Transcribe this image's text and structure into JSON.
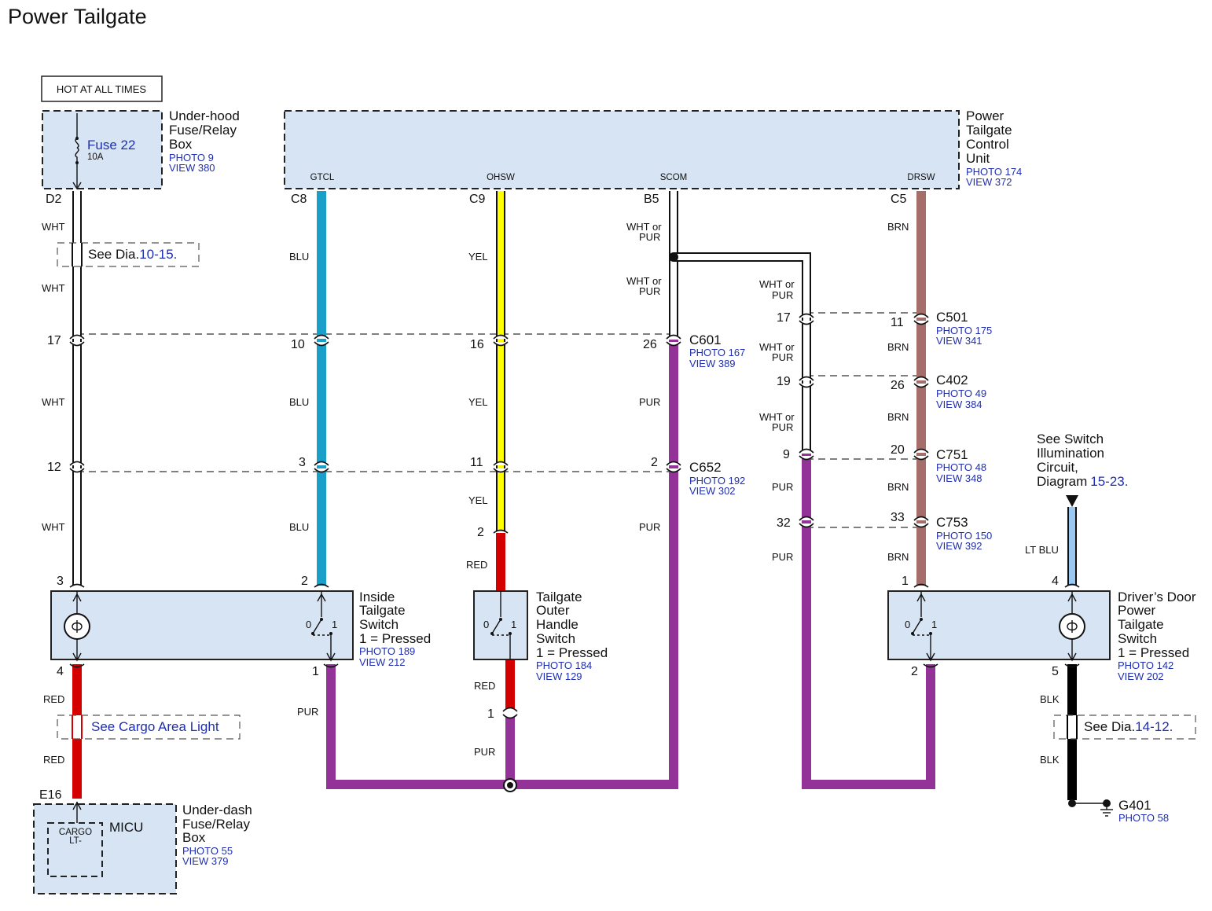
{
  "title": "Power Tailgate",
  "hot_label": "HOT AT ALL TIMES",
  "colors": {
    "wht": "#ffffff",
    "blu": "#1aa0c8",
    "yel": "#ffff00",
    "red": "#d40000",
    "pur": "#943397",
    "brn": "#a56e6b",
    "ltblu": "#9bc8f0",
    "blk": "#000000",
    "box_fill": "#d6e4f3",
    "link_blue": "#1f2fb0"
  },
  "fuse_box": {
    "name_l1": "Under-hood",
    "name_l2": "Fuse/Relay",
    "name_l3": "Box",
    "photo": "PHOTO 9",
    "view": "VIEW 380",
    "fuse_name": "Fuse 22",
    "fuse_rating": "10A",
    "terminal": "D2"
  },
  "control_unit": {
    "name_l1": "Power",
    "name_l2": "Tailgate",
    "name_l3": "Control",
    "name_l4": "Unit",
    "photo": "PHOTO 174",
    "view": "VIEW 372",
    "pins": [
      {
        "signal": "GTCL",
        "connector": "C8"
      },
      {
        "signal": "OHSW",
        "connector": "C9"
      },
      {
        "signal": "SCOM",
        "connector": "B5"
      },
      {
        "signal": "DRSW",
        "connector": "C5"
      }
    ]
  },
  "wire_labels": {
    "wht": "WHT",
    "blu": "BLU",
    "yel": "YEL",
    "red": "RED",
    "pur": "PUR",
    "brn": "BRN",
    "wht_or_l1": "WHT or",
    "wht_or_l2": "PUR",
    "ltblu": "LT BLU",
    "blk": "BLK"
  },
  "connectors": {
    "c601": {
      "name": "C601",
      "photo": "PHOTO 167",
      "view": "VIEW 389"
    },
    "c652": {
      "name": "C652",
      "photo": "PHOTO 192",
      "view": "VIEW 302"
    },
    "c501": {
      "name": "C501",
      "photo": "PHOTO 175",
      "view": "VIEW 341"
    },
    "c402": {
      "name": "C402",
      "photo": "PHOTO 49",
      "view": "VIEW 384"
    },
    "c751": {
      "name": "C751",
      "photo": "PHOTO 48",
      "view": "VIEW 348"
    },
    "c753": {
      "name": "C753",
      "photo": "PHOTO 150",
      "view": "VIEW 392"
    }
  },
  "pins": {
    "w1_c601": "17",
    "w2_c601": "10",
    "w3_c601": "16",
    "w4_c601": "26",
    "w1_c652": "12",
    "w2_c652": "3",
    "w3_c652": "11",
    "w4_c652": "2",
    "w5_c501": "17",
    "w6_c501": "11",
    "w5_c402": "19",
    "w6_c402": "26",
    "w5_c751": "9",
    "w6_c751": "20",
    "w5_c753": "32",
    "w6_c753": "33",
    "inside_sw_3": "3",
    "inside_sw_2": "2",
    "inside_sw_4": "4",
    "inside_sw_1": "1",
    "outer_top": "2",
    "outer_inline": "1",
    "drv_1": "1",
    "drv_4": "4",
    "drv_2": "2",
    "drv_5": "5",
    "micu_term": "E16"
  },
  "see_refs": {
    "dia_10_15_prefix": "See Dia.",
    "dia_10_15_link": "10-15.",
    "cargo_light": "See Cargo Area Light",
    "dia_14_12_prefix": "See Dia.",
    "dia_14_12_link": "14-12.",
    "illum_l1": "See Switch",
    "illum_l2": "Illumination",
    "illum_l3": "Circuit,",
    "illum_l4_prefix": "Diagram",
    "illum_l4_link": "15-23."
  },
  "inside_switch": {
    "name_l1": "Inside",
    "name_l2": "Tailgate",
    "name_l3": "Switch",
    "name_l4": "1 = Pressed",
    "photo": "PHOTO 189",
    "view": "VIEW 212",
    "pos0": "0",
    "pos1": "1"
  },
  "outer_switch": {
    "name_l1": "Tailgate",
    "name_l2": "Outer",
    "name_l3": "Handle",
    "name_l4": "Switch",
    "name_l5": "1 = Pressed",
    "photo": "PHOTO 184",
    "view": "VIEW 129",
    "pos0": "0",
    "pos1": "1"
  },
  "driver_switch": {
    "name_l1": "Driver’s Door",
    "name_l2": "Power",
    "name_l3": "Tailgate",
    "name_l4": "Switch",
    "name_l5": "1 = Pressed",
    "photo": "PHOTO 142",
    "view": "VIEW 202",
    "pos0": "0",
    "pos1": "1"
  },
  "micu": {
    "name": "MICU",
    "inner_l1": "CARGO",
    "inner_l2": "LT-",
    "box_l1": "Under-dash",
    "box_l2": "Fuse/Relay",
    "box_l3": "Box",
    "photo": "PHOTO 55",
    "view": "VIEW 379"
  },
  "ground": {
    "name": "G401",
    "photo": "PHOTO 58"
  }
}
